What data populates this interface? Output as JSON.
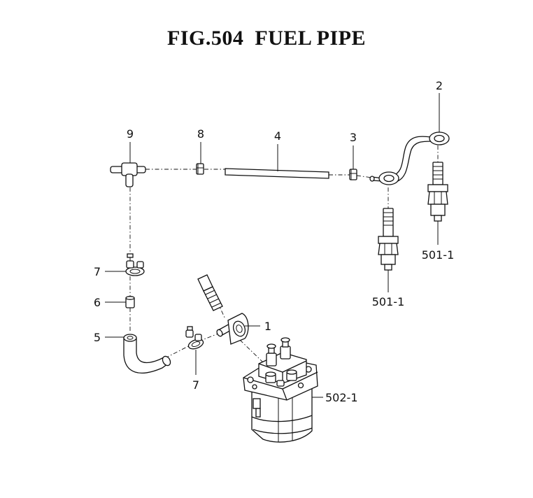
{
  "title": "FIG.504  FUEL PIPE",
  "callouts": {
    "c1": "1",
    "c2": "2",
    "c3": "3",
    "c4": "4",
    "c5": "5",
    "c6": "6",
    "c7a": "7",
    "c7b": "7",
    "c8": "8",
    "c9": "9",
    "c501a": "501-1",
    "c501b": "501-1",
    "c502": "502-1"
  }
}
